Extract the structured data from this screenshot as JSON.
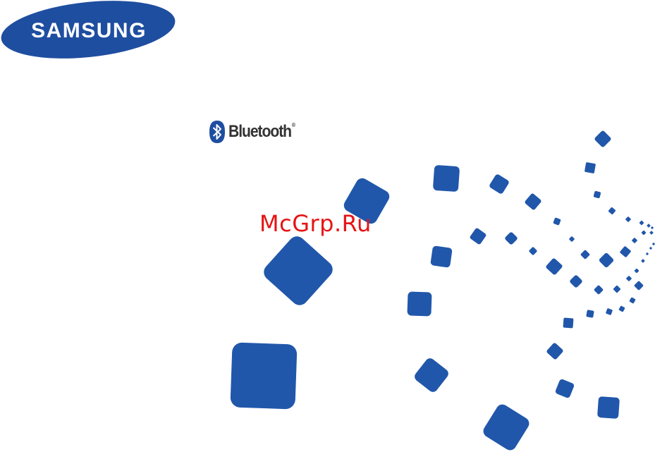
{
  "brand": {
    "name": "SAMSUNG",
    "color": "#1e4ea0"
  },
  "bluetooth": {
    "label": "Bluetooth",
    "registered": "®",
    "icon": "bluetooth-icon"
  },
  "watermark": {
    "text": "McGrp.Ru",
    "color": "#e61414"
  },
  "pattern": {
    "color": "#2157ab"
  }
}
